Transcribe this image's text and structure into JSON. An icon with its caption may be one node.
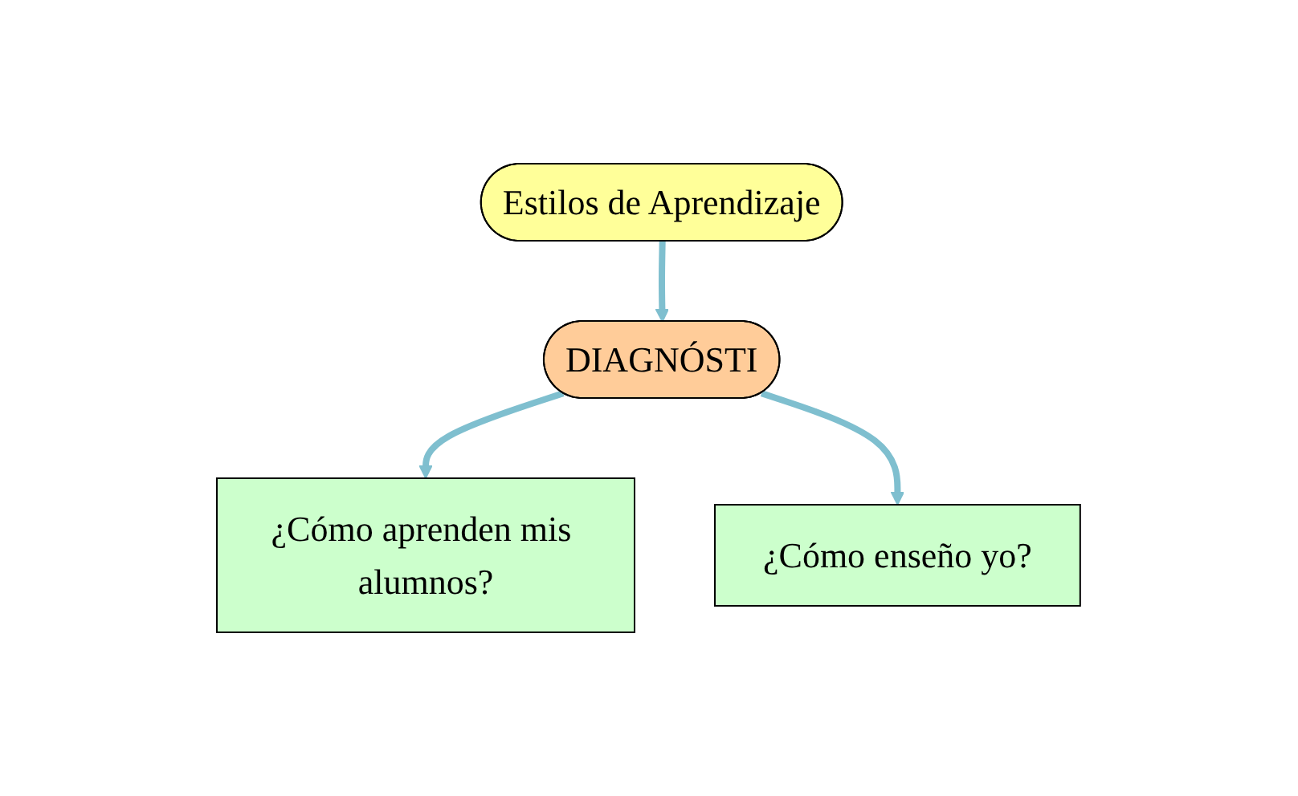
{
  "diagram": {
    "nodes": [
      {
        "text": [
          "Estilos de Aprendizaje"
        ]
      },
      {
        "text": [
          "DIAGNÓSTI"
        ]
      },
      {
        "text": [
          "¿Cómo aprenden mis alumnos?"
        ]
      },
      {
        "text": [
          "¿Cómo enseño yo?"
        ]
      }
    ],
    "edges": [
      {
        "from": 0,
        "to": 1,
        "arrow": "to"
      },
      {
        "from": 1,
        "to": 2,
        "arrow": "to"
      },
      {
        "from": 1,
        "to": 3,
        "arrow": "to"
      }
    ]
  }
}
